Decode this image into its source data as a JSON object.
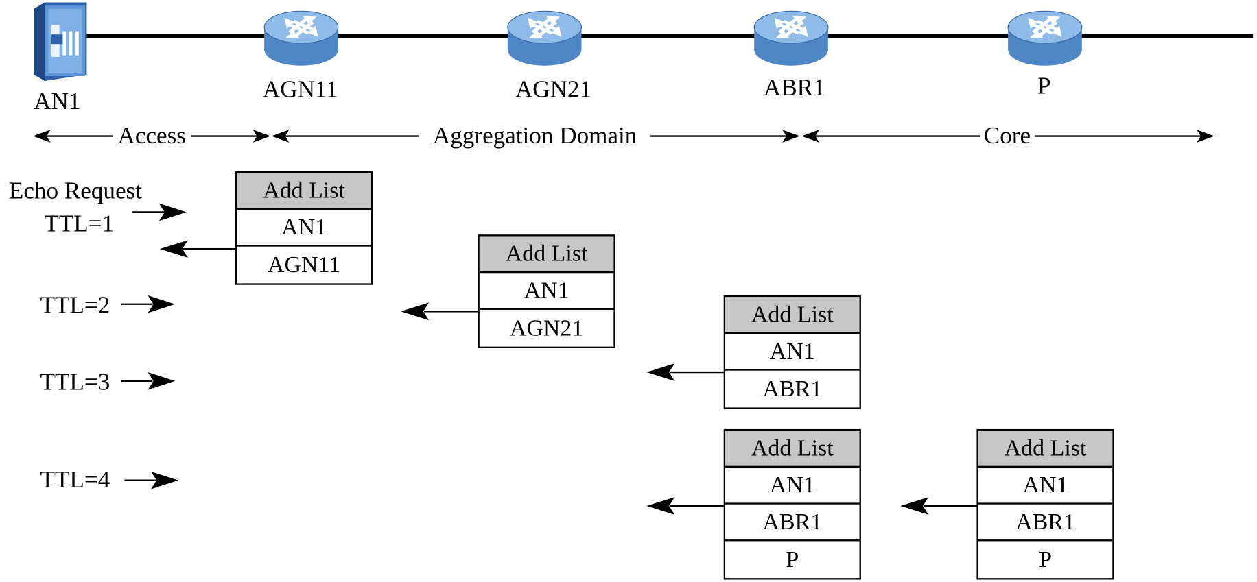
{
  "devices": [
    {
      "id": "an1",
      "name": "AN1",
      "icon": "access-node-icon"
    },
    {
      "id": "agn11",
      "name": "AGN11",
      "icon": "router-icon"
    },
    {
      "id": "agn21",
      "name": "AGN21",
      "icon": "router-icon"
    },
    {
      "id": "abr1",
      "name": "ABR1",
      "icon": "router-icon"
    },
    {
      "id": "p",
      "name": "P",
      "icon": "router-icon"
    }
  ],
  "domains": {
    "access": "Access",
    "aggregation": "Aggregation Domain",
    "core": "Core"
  },
  "echo": {
    "title": "Echo Request",
    "ttl1": "TTL=1",
    "ttl2": "TTL=2",
    "ttl3": "TTL=3",
    "ttl4": "TTL=4"
  },
  "tables": [
    {
      "header": "Add List",
      "rows": [
        "AN1",
        "AGN11"
      ]
    },
    {
      "header": "Add List",
      "rows": [
        "AN1",
        "AGN21"
      ]
    },
    {
      "header": "Add List",
      "rows": [
        "AN1",
        "ABR1"
      ]
    },
    {
      "header": "Add List",
      "rows": [
        "AN1",
        "ABR1",
        "P"
      ]
    },
    {
      "header": "Add List",
      "rows": [
        "AN1",
        "ABR1",
        "P"
      ]
    }
  ],
  "colors": {
    "router_body": "#4f86c6",
    "router_top": "#8fbbe8",
    "table_header": "#c7c7c7",
    "line": "#000000"
  }
}
